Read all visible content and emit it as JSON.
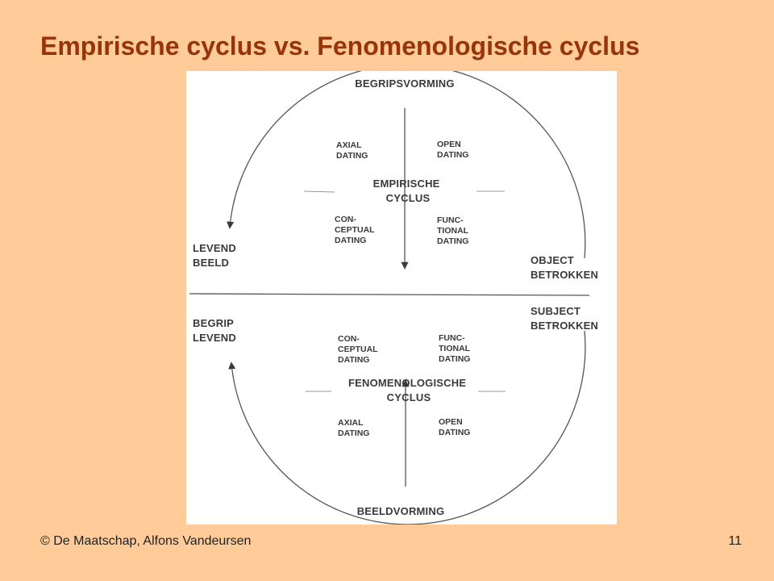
{
  "slide": {
    "title": "Empirische cyclus vs. Fenomenologische cyclus",
    "footer": "© De Maatschap, Alfons Vandeursen",
    "page_number": "11"
  },
  "diagram": {
    "top": "BEGRIPSVORMING",
    "bottom": "BEELDVORMING",
    "left_upper": [
      "LEVEND",
      "BEELD"
    ],
    "left_lower": [
      "BEGRIP",
      "LEVEND"
    ],
    "right_upper": [
      "OBJECT",
      "BETROKKEN"
    ],
    "right_lower": [
      "SUBJECT",
      "BETROKKEN"
    ],
    "empirical": {
      "center": [
        "EMPIRISCHE",
        "CYCLUS"
      ],
      "axial": [
        "AXIAL",
        "DATING"
      ],
      "open": [
        "OPEN",
        "DATING"
      ],
      "conceptual": [
        "CON-",
        "CEPTUAL",
        "DATING"
      ],
      "functional": [
        "FUNC-",
        "TIONAL",
        "DATING"
      ]
    },
    "phenomenological": {
      "center": [
        "FENOMENOLOGISCHE",
        "CYCLUS"
      ],
      "conceptual": [
        "CON-",
        "CEPTUAL",
        "DATING"
      ],
      "functional": [
        "FUNC-",
        "TIONAL",
        "DATING"
      ],
      "axial": [
        "AXIAL",
        "DATING"
      ],
      "open": [
        "OPEN",
        "DATING"
      ]
    }
  }
}
